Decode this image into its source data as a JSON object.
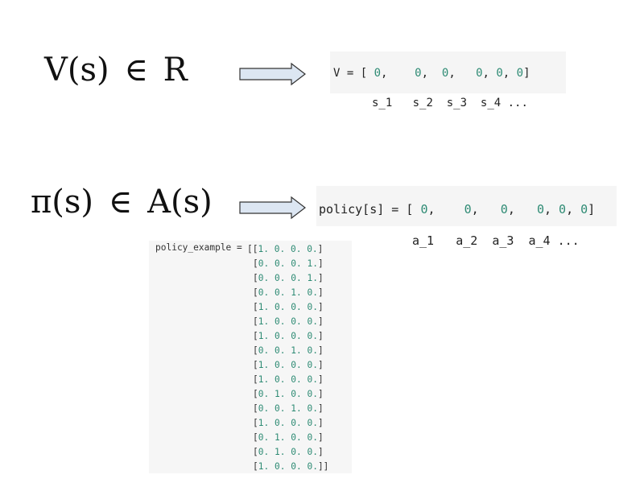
{
  "value_eq": {
    "lhs": "V(s)",
    "in_symbol": "∈",
    "rhs": "R"
  },
  "policy_eq": {
    "lhs": "π(s)",
    "in_symbol": "∈",
    "rhs": "A(s)"
  },
  "value_code": {
    "prefix": "V = [ ",
    "values": [
      "0",
      "0",
      "0",
      "0",
      "0",
      "0"
    ],
    "suffix": "]",
    "labels": [
      "s_1",
      "s_2",
      "s_3",
      "s_4 ..."
    ]
  },
  "policy_code": {
    "prefix": "policy[s] = [ ",
    "values": [
      "0",
      "0",
      "0",
      "0",
      "0",
      "0"
    ],
    "suffix": "]",
    "labels": [
      "a_1",
      "a_2",
      "a_3",
      "a_4 ..."
    ]
  },
  "policy_example": {
    "label": "policy_example = ",
    "rows": [
      [
        1,
        0,
        0,
        0
      ],
      [
        0,
        0,
        0,
        1
      ],
      [
        0,
        0,
        0,
        1
      ],
      [
        0,
        0,
        1,
        0
      ],
      [
        1,
        0,
        0,
        0
      ],
      [
        1,
        0,
        0,
        0
      ],
      [
        1,
        0,
        0,
        0
      ],
      [
        0,
        0,
        1,
        0
      ],
      [
        1,
        0,
        0,
        0
      ],
      [
        1,
        0,
        0,
        0
      ],
      [
        0,
        1,
        0,
        0
      ],
      [
        0,
        0,
        1,
        0
      ],
      [
        1,
        0,
        0,
        0
      ],
      [
        0,
        1,
        0,
        0
      ],
      [
        0,
        1,
        0,
        0
      ],
      [
        1,
        0,
        0,
        0
      ]
    ]
  },
  "colors": {
    "arrow_fill": "#dce6f2",
    "arrow_stroke": "#333333",
    "number": "#2e8b74",
    "code_bg": "#f5f5f5"
  }
}
